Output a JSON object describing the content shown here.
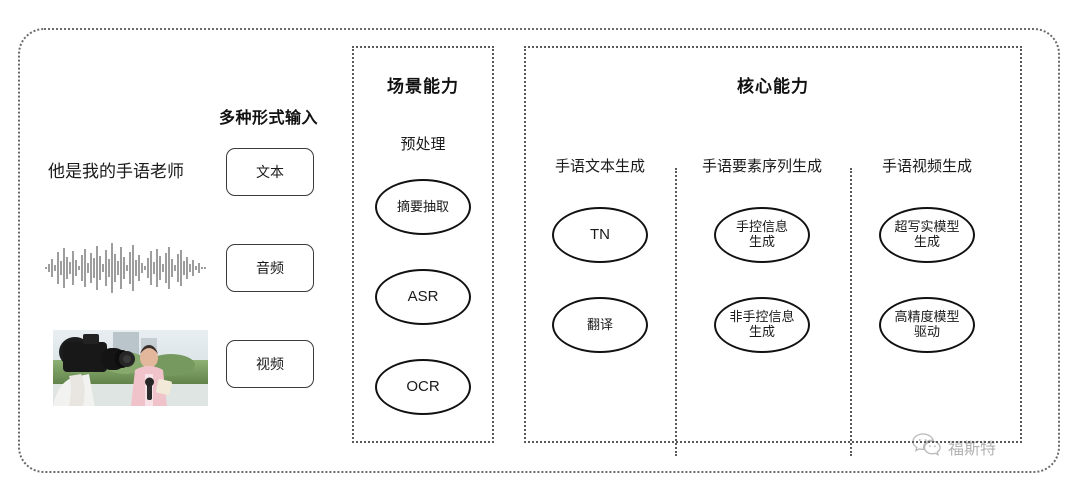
{
  "diagram": {
    "input_section": {
      "title": "多种形式输入",
      "sample_text": "他是我的手语老师",
      "chips": [
        {
          "label": "文本",
          "modality": "text"
        },
        {
          "label": "音频",
          "modality": "audio"
        },
        {
          "label": "视频",
          "modality": "video"
        }
      ],
      "waveform_name": "audio-waveform",
      "photo_caption": "camera operator filming a reporter"
    },
    "scene_panel": {
      "title": "场景能力",
      "group_label": "预处理",
      "nodes": [
        {
          "label": "摘要抽取",
          "latin": false
        },
        {
          "label": "ASR",
          "latin": true
        },
        {
          "label": "OCR",
          "latin": true
        }
      ]
    },
    "core_panel": {
      "title": "核心能力",
      "columns": [
        {
          "header": "手语文本生成",
          "nodes": [
            {
              "label": "TN",
              "latin": true
            },
            {
              "label": "翻译",
              "latin": false
            }
          ]
        },
        {
          "header": "手语要素序列生成",
          "nodes": [
            {
              "label": "手控信息\n生成",
              "latin": false
            },
            {
              "label": "非手控信息\n生成",
              "latin": false
            }
          ]
        },
        {
          "header": "手语视频生成",
          "nodes": [
            {
              "label": "超写实模型\n生成",
              "latin": false
            },
            {
              "label": "高精度模型\n驱动",
              "latin": false
            }
          ]
        }
      ]
    },
    "watermark": {
      "text": "福斯特",
      "icon": "wechat-icon"
    },
    "colors": {
      "border": "#5a5a5a",
      "node_border": "#111111",
      "text": "#1a1a1a",
      "background": "#ffffff"
    }
  }
}
